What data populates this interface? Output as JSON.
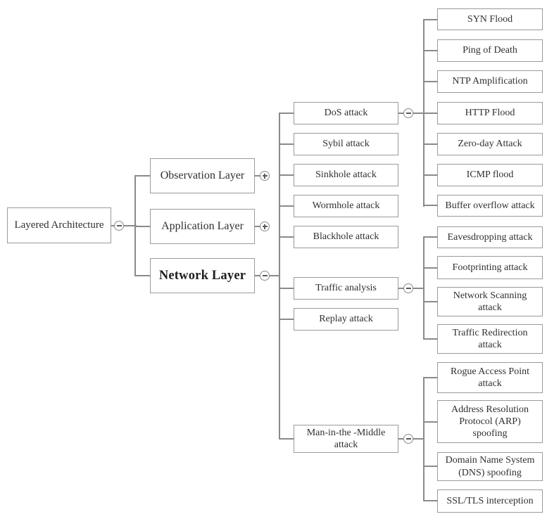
{
  "tree": {
    "root": {
      "label": "Layered Architecture",
      "toggle": "collapse"
    },
    "layers": [
      {
        "label": "Observation Layer",
        "toggle": "expand"
      },
      {
        "label": "Application Layer",
        "toggle": "expand"
      },
      {
        "label": "Network Layer",
        "toggle": "collapse",
        "emphasis": "bold"
      }
    ],
    "network_layer_children": [
      {
        "label": "DoS attack",
        "toggle": "collapse"
      },
      {
        "label": "Sybil attack"
      },
      {
        "label": "Sinkhole attack"
      },
      {
        "label": "Wormhole attack"
      },
      {
        "label": "Blackhole attack"
      },
      {
        "label": "Traffic analysis",
        "toggle": "collapse"
      },
      {
        "label": "Replay attack"
      },
      {
        "label": "Man-in-the -Middle attack",
        "toggle": "collapse"
      }
    ],
    "dos_attack_children": [
      {
        "label": "SYN Flood"
      },
      {
        "label": "Ping of Death"
      },
      {
        "label": "NTP Amplification"
      },
      {
        "label": "HTTP Flood"
      },
      {
        "label": "Zero-day Attack"
      },
      {
        "label": "ICMP flood"
      },
      {
        "label": "Buffer overflow attack"
      }
    ],
    "traffic_analysis_children": [
      {
        "label": "Eavesdropping attack"
      },
      {
        "label": "Footprinting attack"
      },
      {
        "label": "Network Scanning attack"
      },
      {
        "label": "Traffic Redirection attack"
      }
    ],
    "man_in_the_middle_children": [
      {
        "label": "Rogue Access Point attack"
      },
      {
        "label": "Address Resolution Protocol (ARP) spoofing"
      },
      {
        "label": "Domain Name System (DNS) spoofing"
      },
      {
        "label": "SSL/TLS interception"
      }
    ]
  },
  "icons": {
    "collapse": "minus-in-circle",
    "expand": "plus-in-circle"
  },
  "colors": {
    "background": "#ffffff",
    "box_border": "#9a9a9a",
    "connector": "#8a8a8a",
    "text": "#303030",
    "emphasized_text": "#1f1f1f"
  }
}
